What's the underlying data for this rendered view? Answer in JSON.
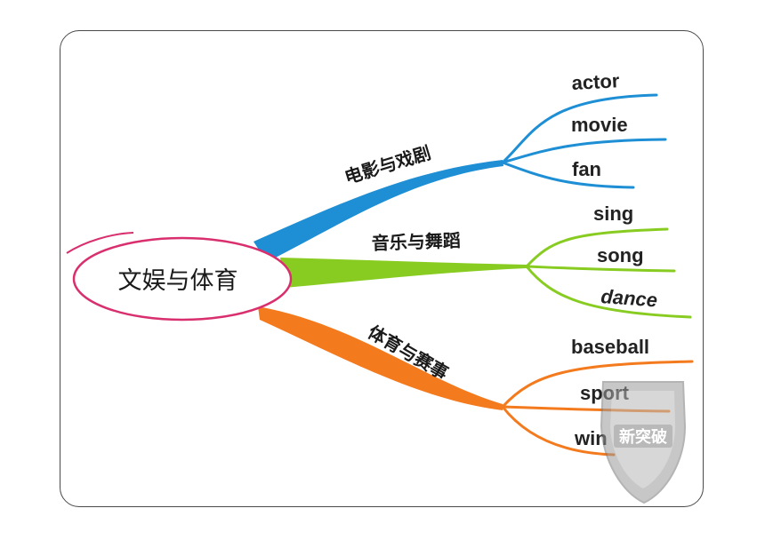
{
  "root": {
    "label": "文娱与体育"
  },
  "branches": [
    {
      "label": "电影与戏剧",
      "color": "#1e8fd4",
      "leaves": [
        "actor",
        "movie",
        "fan"
      ]
    },
    {
      "label": "音乐与舞蹈",
      "color": "#88cc22",
      "leaves": [
        "sing",
        "song",
        "dance"
      ]
    },
    {
      "label": "体育与赛事",
      "color": "#f47a1e",
      "leaves": [
        "baseball",
        "sport",
        "win"
      ]
    }
  ],
  "watermark": {
    "text": "新突破",
    "icon": "shield-badge-icon"
  },
  "colors": {
    "root_ellipse": "#d92f6e",
    "border": "#4a4a4a"
  }
}
